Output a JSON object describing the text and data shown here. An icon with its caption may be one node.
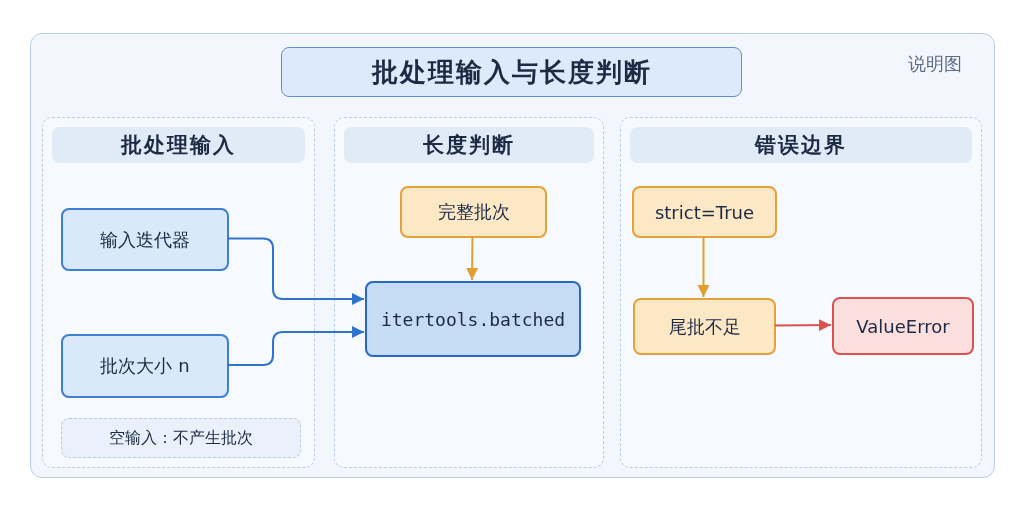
{
  "diagram": {
    "title": "批处理输入与长度判断",
    "nodes": [
      {
        "text": [
          "批处理输入"
        ]
      },
      {
        "text": [
          "输入迭代器"
        ],
        "in": 0
      },
      {
        "text": [
          "批次大小 n"
        ],
        "in": 0
      },
      {
        "text": [
          "空输入：不产生批次"
        ],
        "in": 0
      },
      {
        "text": [
          "长度判断"
        ]
      },
      {
        "text": [
          "完整批次"
        ],
        "in": 4
      },
      {
        "text": [
          "itertools.batched"
        ],
        "in": 4
      },
      {
        "text": [
          "错误边界"
        ]
      },
      {
        "text": [
          "strict=True"
        ],
        "in": 7
      },
      {
        "text": [
          "尾批不足"
        ],
        "in": 7
      },
      {
        "text": [
          "ValueError"
        ],
        "in": 7
      }
    ],
    "edges": [
      {
        "from": 1,
        "to": 6,
        "arrow": "to"
      },
      {
        "from": 2,
        "to": 6,
        "arrow": "to"
      },
      {
        "from": 5,
        "to": 6,
        "arrow": "to",
        "color": "#e0a030"
      },
      {
        "from": 8,
        "to": 9,
        "arrow": "to",
        "color": "#e0a030"
      },
      {
        "from": 9,
        "to": 10,
        "arrow": "to",
        "color": "#d9534f"
      }
    ],
    "labels": [
      "说明图"
    ]
  }
}
